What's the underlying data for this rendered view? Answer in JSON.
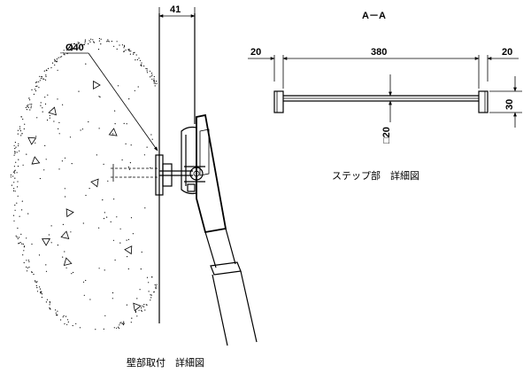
{
  "wall_detail": {
    "thickness_dim": "41",
    "hole_diameter": "Ø40",
    "caption": "壁部取付　詳細図"
  },
  "section_aa": {
    "label": "A－A",
    "left_end_dim": "20",
    "span_dim": "380",
    "right_end_dim": "20",
    "height_dim": "30",
    "bar_section_dim": "□20",
    "caption": "ステップ部　詳細図"
  }
}
